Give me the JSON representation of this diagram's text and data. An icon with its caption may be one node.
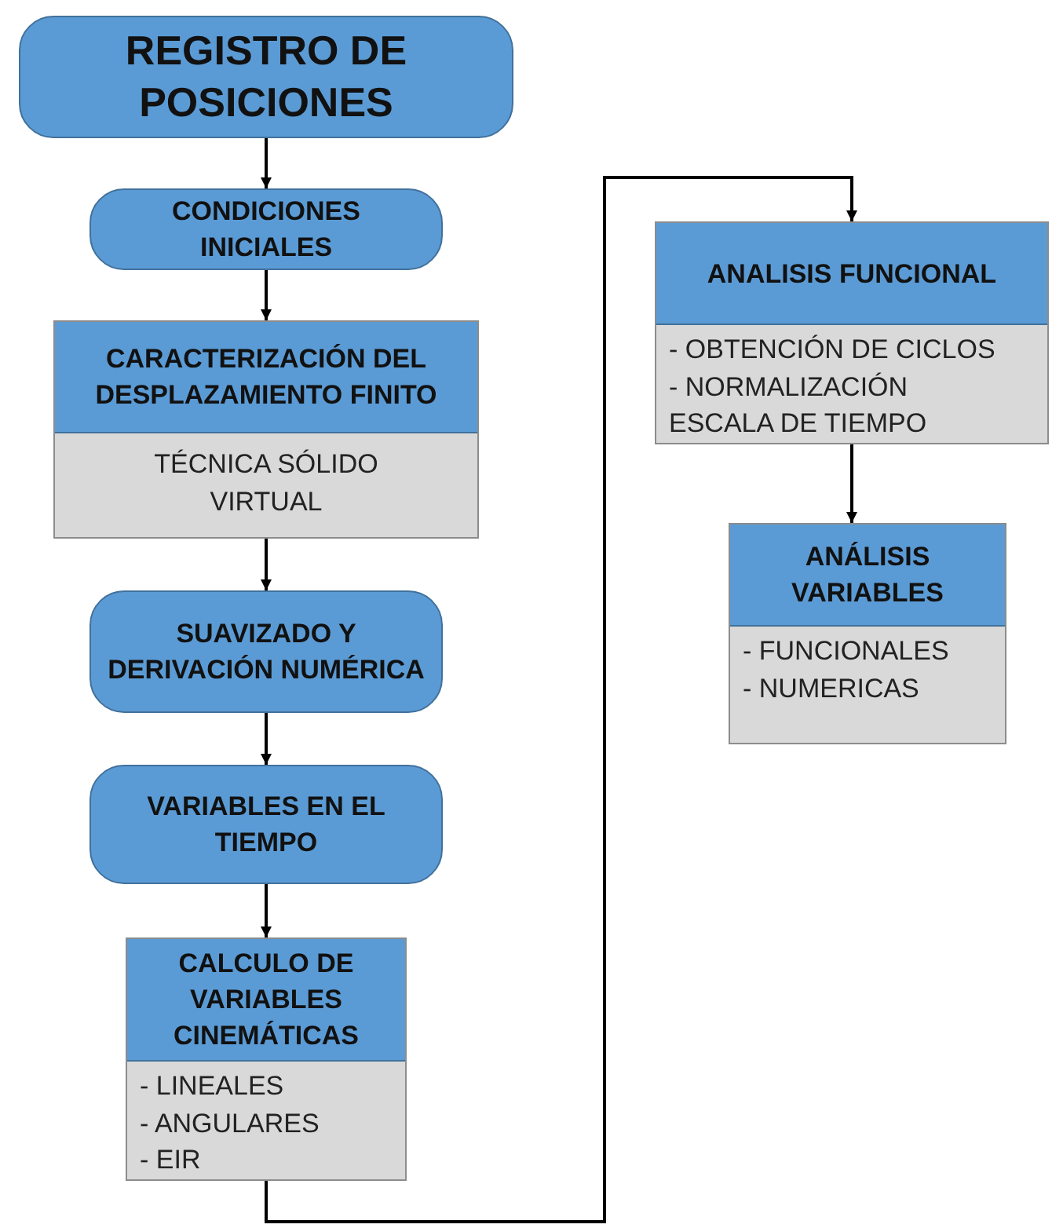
{
  "diagram": {
    "nodes": [
      {
        "text": [
          "REGISTRO DE POSICIONES"
        ]
      },
      {
        "text": [
          "CONDICIONES INICIALES"
        ]
      },
      {
        "text": [
          "CARACTERIZACIÓN DEL DESPLAZAMIENTO FINITO",
          "TÉCNICA SÓLIDO VIRTUAL"
        ]
      },
      {
        "text": [
          "SUAVIZADO Y DERIVACIÓN NUMÉRICA"
        ]
      },
      {
        "text": [
          "VARIABLES EN EL TIEMPO"
        ]
      },
      {
        "text": [
          "CALCULO DE VARIABLES CINEMÁTICAS",
          "- LINEALES",
          "- ANGULARES",
          "- EIR"
        ]
      },
      {
        "text": [
          "ANALISIS FUNCIONAL",
          "- OBTENCIÓN DE CICLOS",
          "- NORMALIZACIÓN",
          "ESCALA DE TIEMPO"
        ]
      },
      {
        "text": [
          "ANÁLISIS VARIABLES",
          "- FUNCIONALES",
          "- NUMERICAS"
        ]
      }
    ],
    "edges": [
      {
        "from": 0,
        "to": 1,
        "arrow": "to"
      },
      {
        "from": 1,
        "to": 2,
        "arrow": "to"
      },
      {
        "from": 2,
        "to": 3,
        "arrow": "to"
      },
      {
        "from": 3,
        "to": 4,
        "arrow": "to"
      },
      {
        "from": 4,
        "to": 5,
        "arrow": "to"
      },
      {
        "from": 5,
        "to": 6,
        "arrow": "to"
      },
      {
        "from": 6,
        "to": 7,
        "arrow": "to"
      }
    ]
  }
}
